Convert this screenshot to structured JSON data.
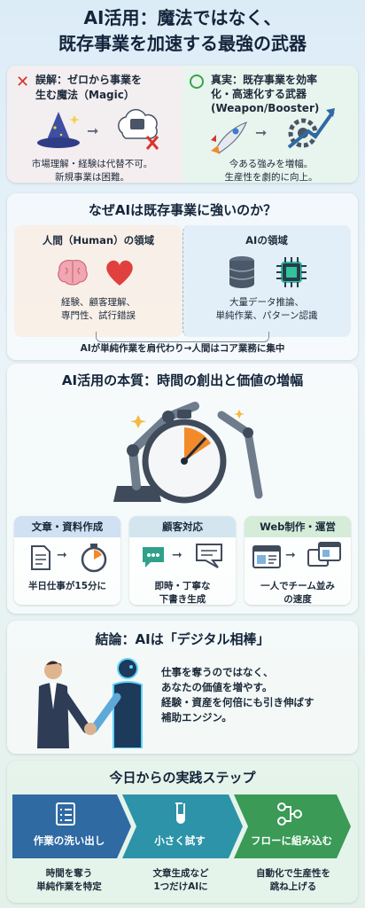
{
  "title": {
    "line1": "AI活用：魔法ではなく、",
    "line2": "既存事業を加速する最強の武器"
  },
  "myth": {
    "heading_line1": "誤解：ゼロから事業を",
    "heading_line2": "生む魔法（Magic）",
    "desc_line1": "市場理解・経験は代替不可。",
    "desc_line2": "新規事業は困難。",
    "mark_color": "#d9342b"
  },
  "truth": {
    "heading_line1": "真実：既存事業を効率",
    "heading_line2": "化・高速化する武器",
    "heading_line3": "(Weapon/Booster)",
    "desc_line1": "今ある強みを増幅。",
    "desc_line2": "生産性を劇的に向上。",
    "mark_color": "#3aa34a"
  },
  "why": {
    "title": "なぜAIは既存事業に強いのか？",
    "human": {
      "heading": "人間（Human）の領域",
      "desc_line1": "経験、顧客理解、",
      "desc_line2": "専門性、試行錯誤"
    },
    "ai": {
      "heading": "AIの領域",
      "desc_line1": "大量データ推論、",
      "desc_line2": "単純作業、パターン認識"
    },
    "footer": "AIが単純作業を肩代わり→人間はコア業務に集中"
  },
  "essence": {
    "title": "AI活用の本質：時間の創出と価値の増幅",
    "cards": [
      {
        "title": "文章・資料作成",
        "desc_line1": "半日仕事が15分に",
        "desc_line2": ""
      },
      {
        "title": "顧客対応",
        "desc_line1": "即時・丁寧な",
        "desc_line2": "下書き生成"
      },
      {
        "title": "Web制作・運営",
        "desc_line1": "一人でチーム並み",
        "desc_line2": "の速度"
      }
    ]
  },
  "conclusion": {
    "title": "結論：AIは「デジタル相棒」",
    "line1": "仕事を奪うのではなく、",
    "line2": "あなたの価値を増やす。",
    "line3": "経験・資産を何倍にも引き伸ばす",
    "line4": "補助エンジン。"
  },
  "steps": {
    "title": "今日からの実践ステップ",
    "items": [
      {
        "label": "作業の洗い出し",
        "desc_line1": "時間を奪う",
        "desc_line2": "単純作業を特定",
        "color": "#2f6aa3"
      },
      {
        "label": "小さく試す",
        "desc_line1": "文章生成など",
        "desc_line2": "1つだけAIに",
        "color": "#2c93a8"
      },
      {
        "label": "フローに組み込む",
        "desc_line1": "自動化で生産性を",
        "desc_line2": "跳ね上げる",
        "color": "#3a9a56"
      }
    ]
  }
}
